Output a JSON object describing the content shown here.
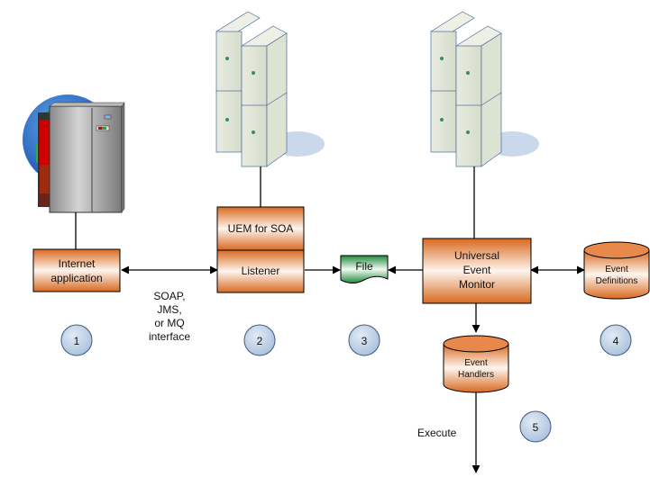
{
  "nodes": {
    "internet_app": {
      "line1": "Internet",
      "line2": "application"
    },
    "uem_soa": {
      "label": "UEM for SOA"
    },
    "listener": {
      "label": "Listener"
    },
    "file": {
      "label": "File"
    },
    "uem": {
      "line1": "Universal",
      "line2": "Event",
      "line3": "Monitor"
    },
    "event_defs": {
      "line1": "Event",
      "line2": "Definitions"
    },
    "event_handlers": {
      "line1": "Event",
      "line2": "Handlers"
    }
  },
  "labels": {
    "interface": [
      "SOAP,",
      "JMS,",
      "or MQ",
      "interface"
    ],
    "execute": "Execute"
  },
  "steps": [
    "1",
    "2",
    "3",
    "4",
    "5"
  ],
  "colors": {
    "box_orange": "#e07a2c",
    "box_light": "#fdf3ea",
    "file_green": "#2f9a4a",
    "step_blue": "#c3d3e6",
    "step_border": "#3a5a80"
  }
}
